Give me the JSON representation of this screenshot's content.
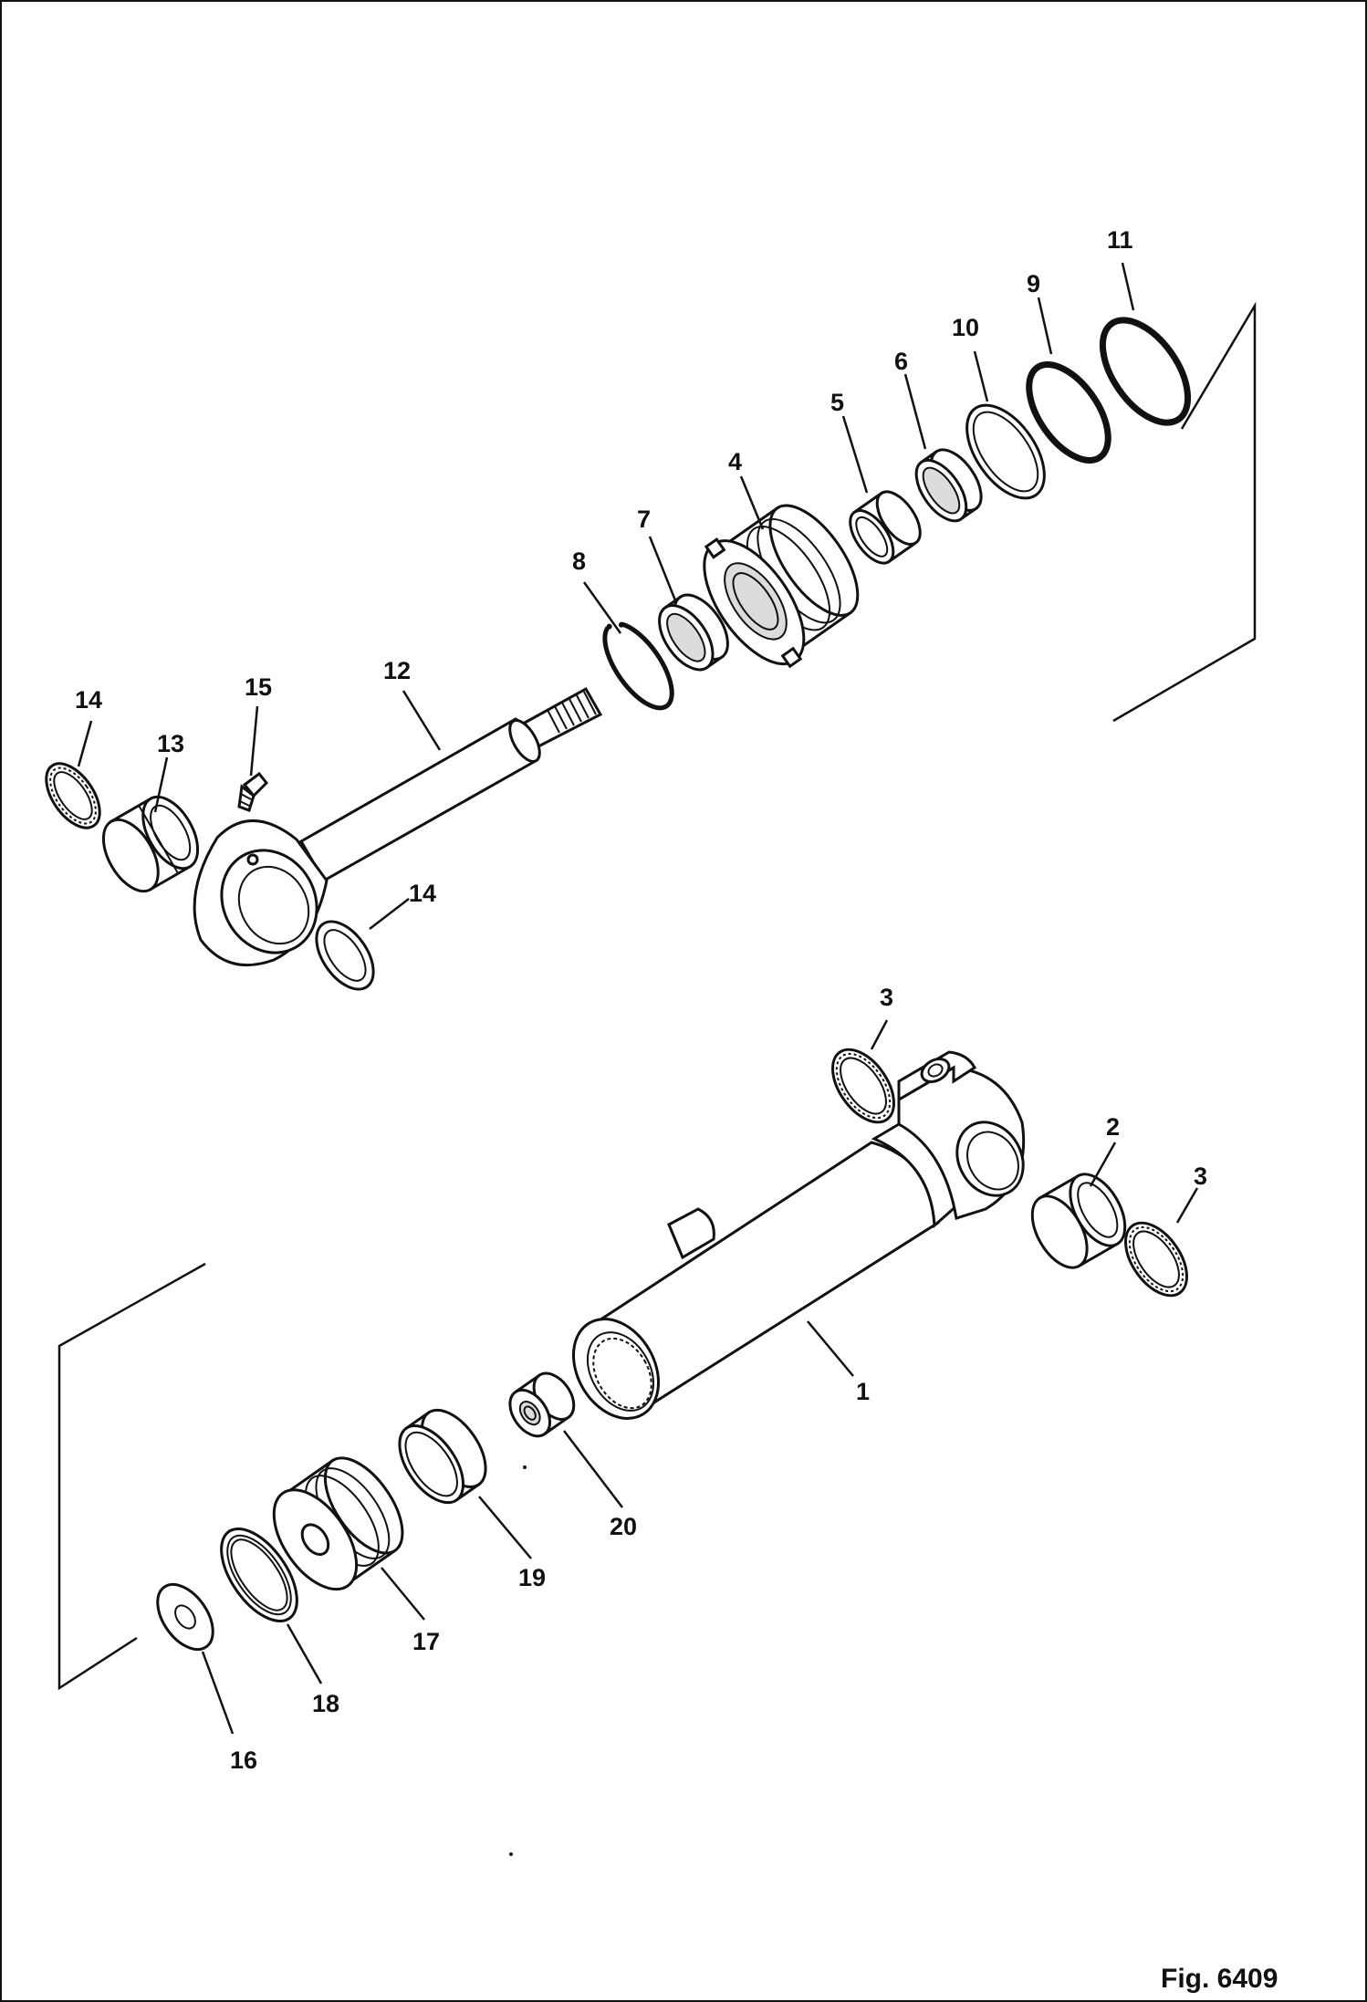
{
  "figure_label": "Fig. 6409",
  "callouts": {
    "c1": "1",
    "c2": "2",
    "c3a": "3",
    "c3b": "3",
    "c4": "4",
    "c5": "5",
    "c6": "6",
    "c7": "7",
    "c8": "8",
    "c9": "9",
    "c10": "10",
    "c11": "11",
    "c12": "12",
    "c13": "13",
    "c14a": "14",
    "c14b": "14",
    "c15": "15",
    "c16": "16",
    "c17": "17",
    "c18": "18",
    "c19": "19",
    "c20": "20"
  }
}
